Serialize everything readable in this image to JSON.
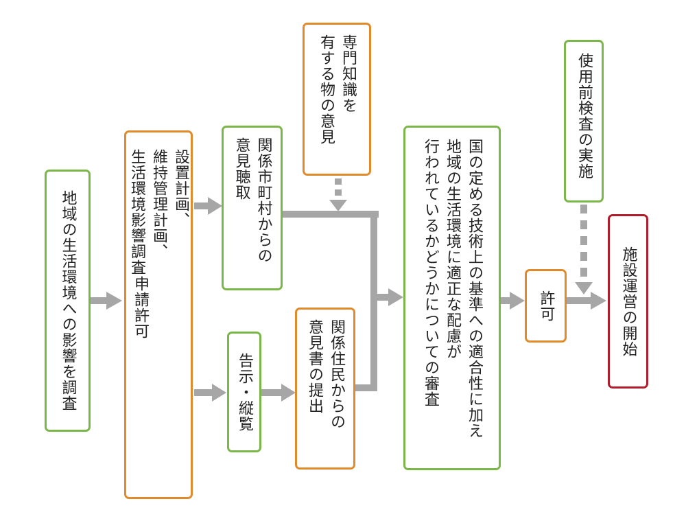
{
  "nodes": {
    "survey": "地域の生活環境への影響を調査",
    "application": [
      "設置計画、",
      "維持管理計画、",
      "生活環境影響調査",
      "申請許可"
    ],
    "municipal": [
      "関係市町村から",
      "の",
      "意見聴取"
    ],
    "expert": [
      "専門知識を",
      "有する物の意見"
    ],
    "notice": "告示・縦覧",
    "residents": [
      "関係住民からの",
      "意見書の提出"
    ],
    "review": [
      "国の定める技術上の基準への適合性に加え",
      "地域の生活環境に適正な配慮が",
      "行われているかどうかについての審査"
    ],
    "permit": "許可",
    "inspection": "使用前検査の実施",
    "start": "施設運営の開始"
  },
  "colors": {
    "green": "#7ab648",
    "orange": "#e08a2c",
    "red": "#b01e2e",
    "arrow": "#a6a6a6"
  }
}
